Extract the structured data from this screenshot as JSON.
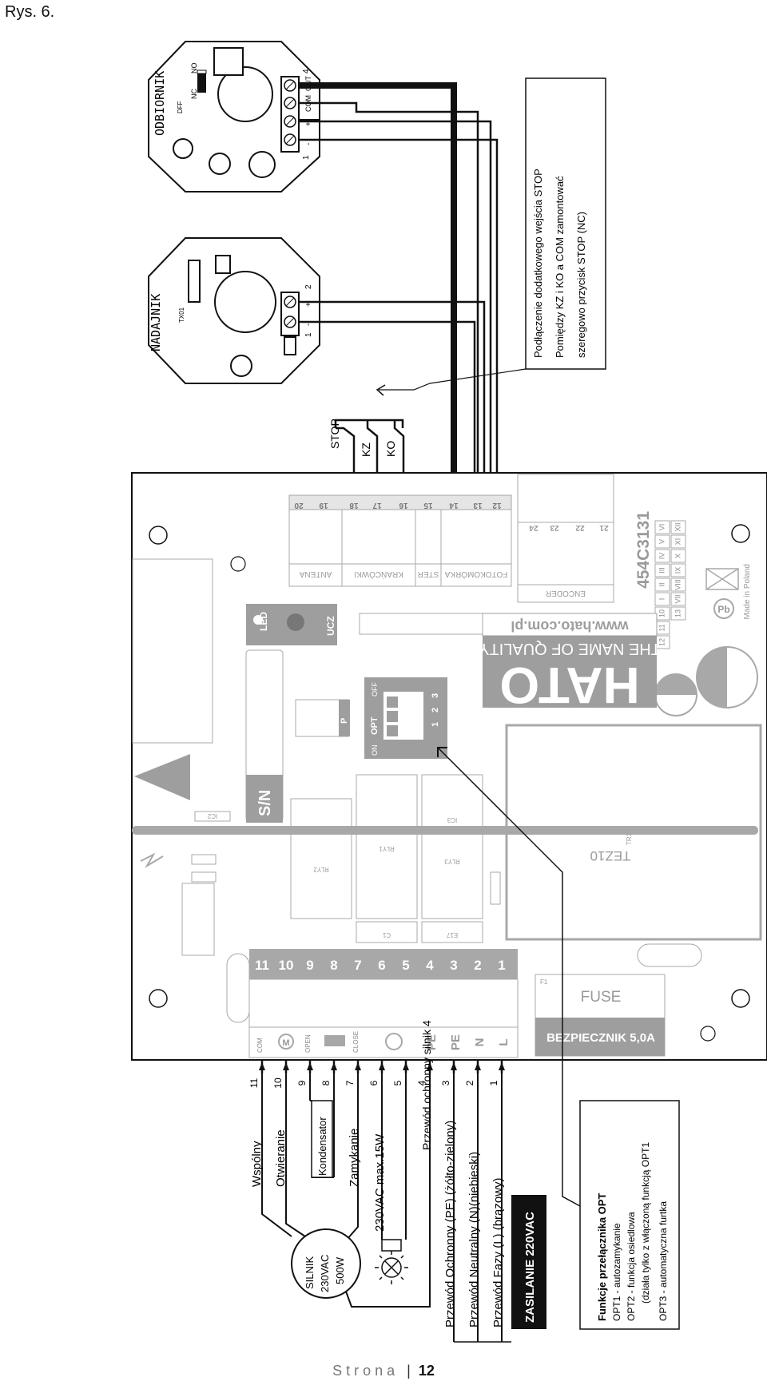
{
  "header": {
    "figure_label": "Rys. 6."
  },
  "footer": {
    "page_word": "Strona",
    "separator": "|",
    "page_number": "12"
  },
  "receiver": {
    "title": "ODBIORNIK",
    "dff": "DFF",
    "nc": "NC",
    "no": "NO",
    "num1": "1",
    "num4": "4",
    "com": "COM",
    "out": "OUT",
    "plus": "+",
    "minus": "-"
  },
  "transmitter": {
    "title": "NADAJNIK",
    "model": "TX01",
    "num1": "1",
    "num2": "2",
    "plus": "+",
    "minus": "-"
  },
  "stop_note": {
    "line1": "Podłączenie dodatkowego wejścia STOP",
    "line2": "Pomiędzy KZ i KO a COM zamontować",
    "line3": "szeregowo przycisk STOP (NC)"
  },
  "stop_switch": {
    "stop": "STOP",
    "kz": "KZ",
    "ko": "KO"
  },
  "board": {
    "top_terminals": {
      "nums": [
        "20",
        "19",
        "18",
        "17",
        "16",
        "15",
        "14",
        "13",
        "12"
      ],
      "labels": [
        "ANTENA",
        "KRAŃCÓWKI",
        "STER",
        "FOTOKOMÓRKA"
      ]
    },
    "encoder": {
      "label": "ENCODER",
      "nums": [
        "24",
        "23",
        "22",
        "21"
      ]
    },
    "part_number": "454C3131",
    "roman_rows": [
      [
        "VI",
        "V",
        "IV",
        "III",
        "II",
        "I",
        "10",
        "11",
        "12"
      ],
      [
        "XII",
        "XI",
        "X",
        "IX",
        "VIII",
        "VII",
        "13"
      ]
    ],
    "made_in": "Made in Poland",
    "brand": "HATO",
    "brand_tagline": "THE NAME OF QUALITY",
    "brand_url": "www.hato.com.pl",
    "led": "LED",
    "ucz": "UCZ",
    "p": "P",
    "sn": "S/N",
    "opt": {
      "title": "OPT",
      "on": "ON",
      "off": "OFF",
      "nums": [
        "1",
        "2",
        "3"
      ]
    },
    "transformer": {
      "ref": "TR1",
      "model": "TEZ10"
    },
    "relays": [
      "RLY2",
      "RLY1",
      "RLY3"
    ],
    "caps": [
      "C1",
      "E17"
    ],
    "ics": [
      "IC2",
      "IC3"
    ],
    "bottom_terminals": {
      "nums": [
        "11",
        "10",
        "9",
        "8",
        "7",
        "6",
        "5",
        "4",
        "3",
        "2",
        "1"
      ],
      "labels": [
        "COM",
        "OPEN",
        "CLOSE",
        "PE",
        "PE",
        "N",
        "L"
      ]
    },
    "fuse": {
      "label": "FUSE",
      "caption": "BEZPIECZNIK 5,0A",
      "ref": "F1"
    }
  },
  "wiring": {
    "wire_nums": [
      "11",
      "10",
      "9",
      "8",
      "7",
      "6",
      "5",
      "4",
      "3",
      "2",
      "1"
    ],
    "labels": [
      "Wspólny",
      "Otwieranie",
      "Kondensator",
      "Zamykanie",
      "230VAC max.15W",
      "Przewód ochronny silnik 4",
      "Przewód Ochronny (PE) (żółto-zielony)",
      "Przewód Neutralny (N)(niebieski)",
      "Przewód Fazy (L) (brązowy)",
      "ZASILANIE 220VAC"
    ],
    "motor": {
      "line1": "SILNIK",
      "line2": "230VAC",
      "line3": "500W"
    }
  },
  "opt_functions": {
    "title": "Funkcje przełącznika OPT",
    "lines": [
      "OPT1 - autozamykanie",
      "OPT2 - funkcja osiedlowa",
      "(działa tylko z włączoną funkcją OPT1",
      "OPT3 - automatyczna furtka"
    ]
  }
}
